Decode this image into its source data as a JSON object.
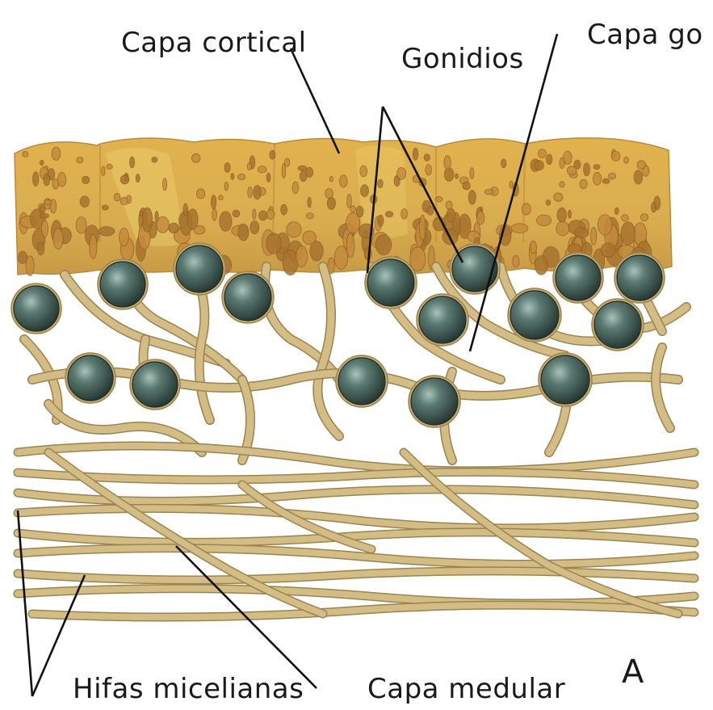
{
  "labels": {
    "capa_cortical": "Capa cortical",
    "gonidios": "Gonidios",
    "capa_gonidial": "Capa go",
    "hifas_micelianas": "Hifas micelianas",
    "capa_medular": "Capa medular",
    "panel": "A"
  },
  "colors": {
    "cortex": "#d8a94a",
    "cortex_highlight": "#eacb62",
    "hypha": "#c9b37a",
    "hypha_dark": "#9c8550",
    "gonidium": "#3f5a55",
    "gonidium_light": "#9fb7ae",
    "leader_line": "#111111"
  }
}
